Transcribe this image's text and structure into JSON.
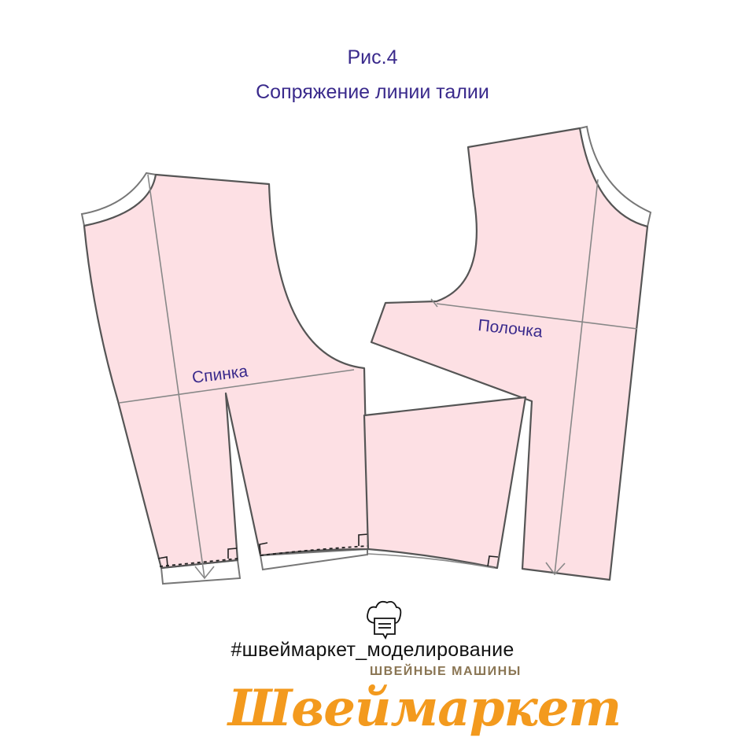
{
  "header": {
    "figure": "Рис.4",
    "caption": "Сопряжение линии талии"
  },
  "pieces": {
    "back_label": "Спинка",
    "front_label": "Полочка"
  },
  "footer": {
    "icon": "chef-hat-note-icon",
    "hashtag": "#швеймаркет_моделирование",
    "brand_name": "Швеймаркет",
    "brand_tagline": "ШВЕЙНЫЕ МАШИНЫ"
  },
  "colors": {
    "piece_fill": "#fde0e4",
    "title": "#3a2a8c",
    "brand": "#f39a1e"
  }
}
